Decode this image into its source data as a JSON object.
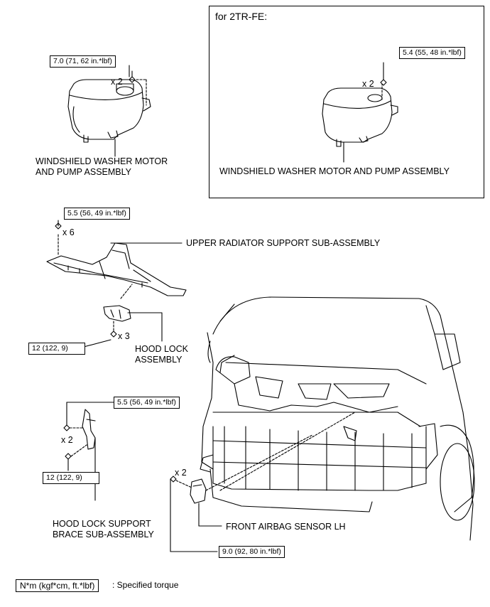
{
  "panel": {
    "title": "for 2TR-FE:"
  },
  "labels": {
    "washer_main": "WINDSHIELD WASHER MOTOR\nAND PUMP ASSEMBLY",
    "washer_2tr": "WINDSHIELD WASHER MOTOR AND PUMP ASSEMBLY",
    "upper_radiator": "UPPER RADIATOR SUPPORT SUB-ASSEMBLY",
    "hood_lock": "HOOD LOCK\nASSEMBLY",
    "hood_lock_support": "HOOD LOCK SUPPORT\nBRACE SUB-ASSEMBLY",
    "airbag_sensor": "FRONT AIRBAG SENSOR LH"
  },
  "torques": {
    "washer_main": "7.0 (71, 62 in.*lbf)",
    "washer_2tr": "5.4 (55, 48 in.*lbf)",
    "upper_radiator": "5.5 (56, 49 in.*lbf)",
    "hood_lock": "12 (122, 9)",
    "brace_upper": "5.5 (56, 49 in.*lbf)",
    "brace_lower": "12 (122, 9)",
    "airbag": "9.0 (92, 80 in.*lbf)"
  },
  "quantities": {
    "washer_main": "x 2",
    "washer_2tr": "x 2",
    "upper_radiator": "x 6",
    "hood_lock": "x 3",
    "brace": "x 2",
    "airbag": "x 2"
  },
  "legend": {
    "box": "N*m (kgf*cm, ft.*lbf)",
    "text": ": Specified torque"
  }
}
